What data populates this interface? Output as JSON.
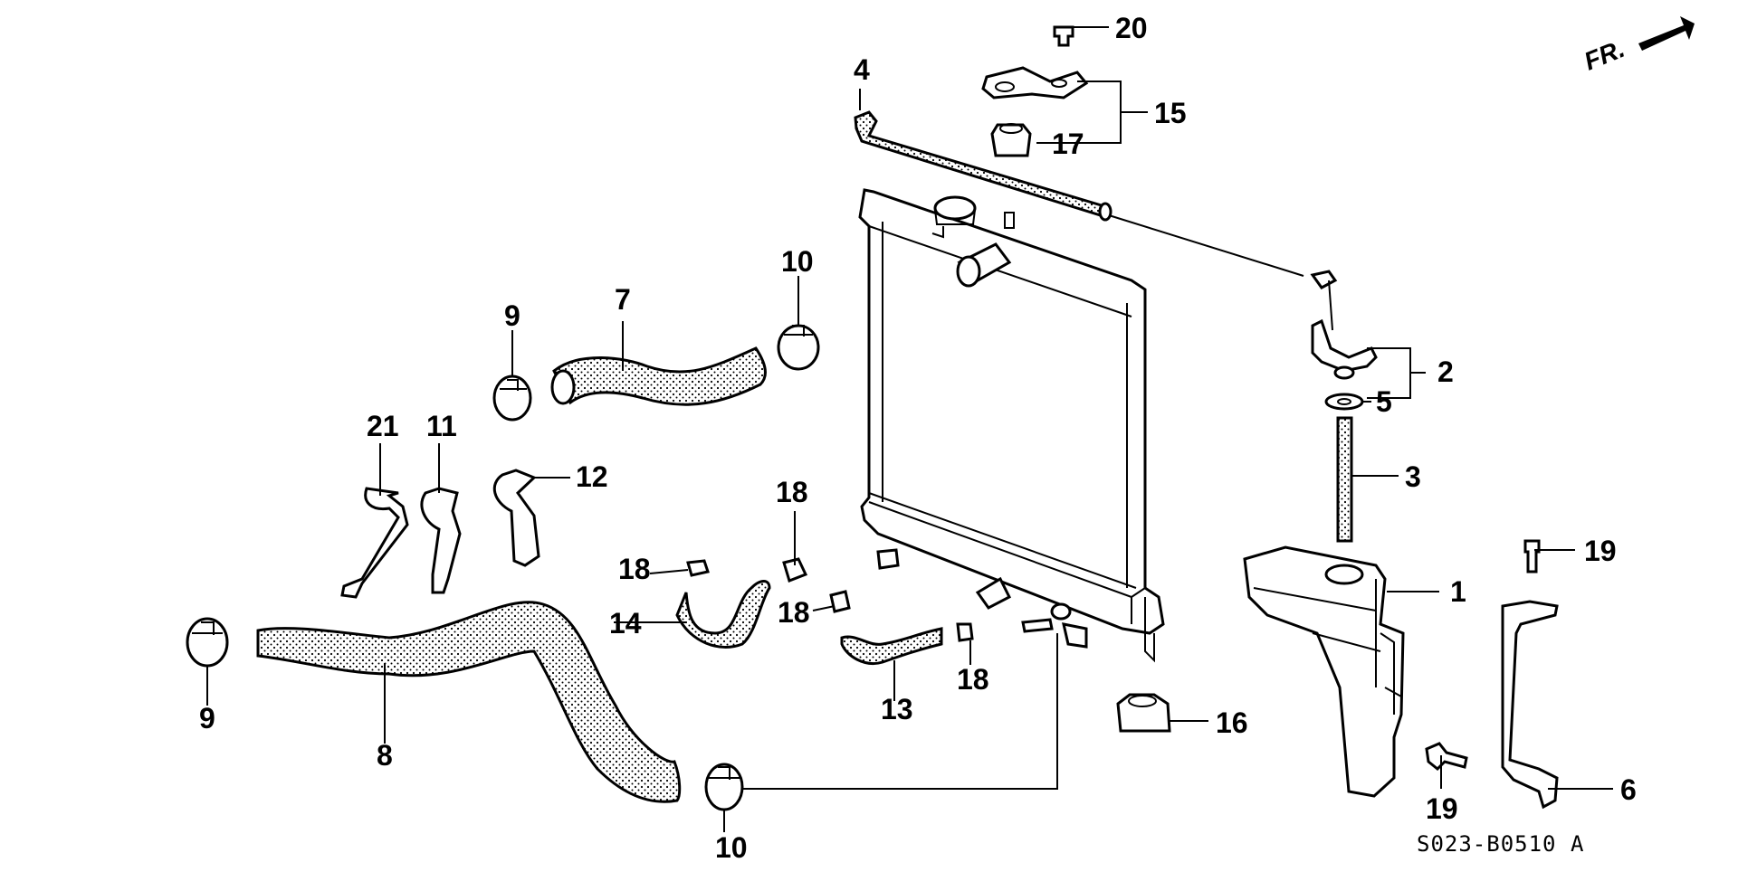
{
  "diagram": {
    "diagram_code": "S023-B0510 A",
    "direction_label": "FR.",
    "callouts": [
      "1",
      "2",
      "3",
      "4",
      "5",
      "6",
      "7",
      "8",
      "9",
      "9",
      "10",
      "10",
      "11",
      "12",
      "13",
      "14",
      "15",
      "16",
      "17",
      "18",
      "18",
      "18",
      "18",
      "19",
      "19",
      "20",
      "21"
    ]
  },
  "colors": {
    "ink": "#000000",
    "paper": "#ffffff"
  }
}
